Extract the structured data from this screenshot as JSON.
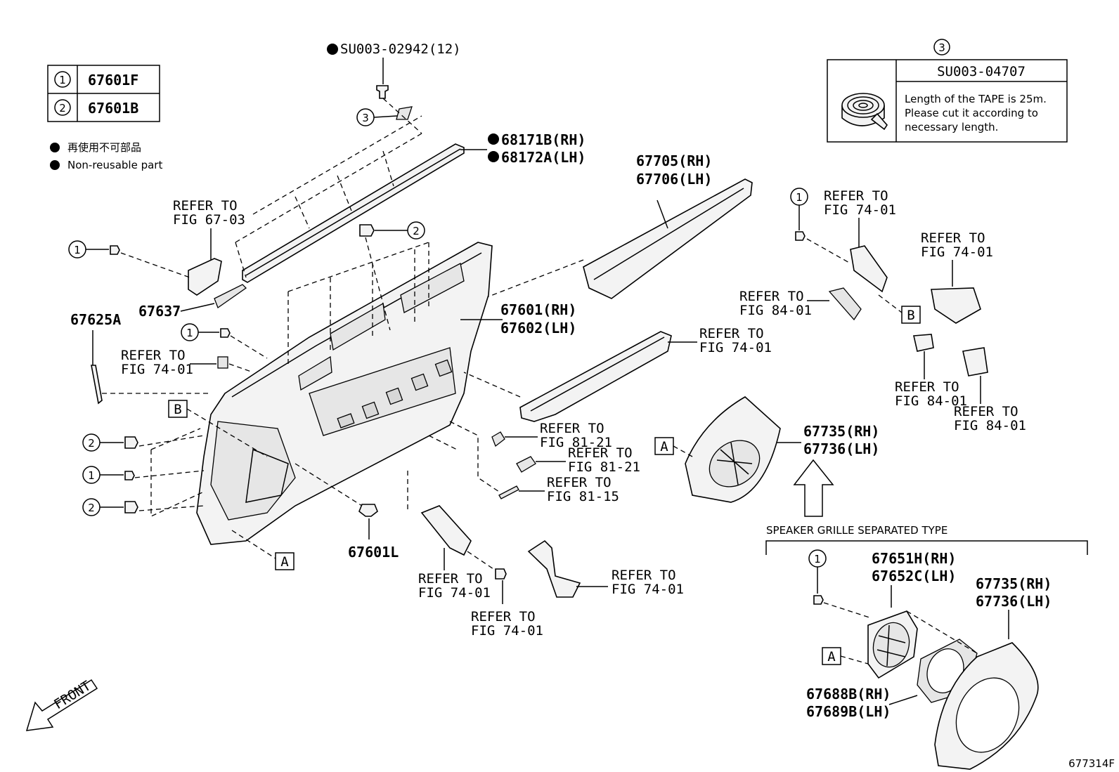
{
  "legend": {
    "rows": [
      {
        "symbol": "1",
        "part": "67601F"
      },
      {
        "symbol": "2",
        "part": "67601B"
      }
    ],
    "notes": [
      "再使用不可部品",
      "Non-reusable part"
    ]
  },
  "tape_box": {
    "symbol": "3",
    "part": "SU003-04707",
    "text": [
      "Length of the TAPE is 25m.",
      "Please cut it according to",
      "necessary length."
    ]
  },
  "labels": {
    "su_clip": "SU003-02942(12)",
    "weatherstrip_rh": "68171B(RH)",
    "weatherstrip_lh": "68172A(LH)",
    "upper_trim_rh": "67705(RH)",
    "upper_trim_lh": "67706(LH)",
    "panel_rh": "67601(RH)",
    "panel_lh": "67602(LH)",
    "part_67637": "67637",
    "part_67625A": "67625A",
    "part_67601L": "67601L",
    "speaker_grille_rh": "67735(RH)",
    "speaker_grille_lh": "67736(LH)",
    "separated_type": "SPEAKER GRILLE SEPARATED TYPE",
    "grille_in_rh": "67651H(RH)",
    "grille_in_lh": "67652C(LH)",
    "spacer_rh": "67688B(RH)",
    "spacer_lh": "67689B(LH)",
    "grille2_rh": "67735(RH)",
    "grille2_lh": "67736(LH)",
    "refer_to": "REFER TO",
    "fig_67_03": "FIG 67-03",
    "fig_74_01": "FIG 74-01",
    "fig_84_01": "FIG 84-01",
    "fig_81_21": "FIG 81-21",
    "fig_81_15": "FIG 81-15",
    "ref_A": "A",
    "ref_B": "B",
    "sym1": "1",
    "sym2": "2",
    "sym3": "3",
    "front": "FRONT",
    "fig_code": "677314F"
  }
}
